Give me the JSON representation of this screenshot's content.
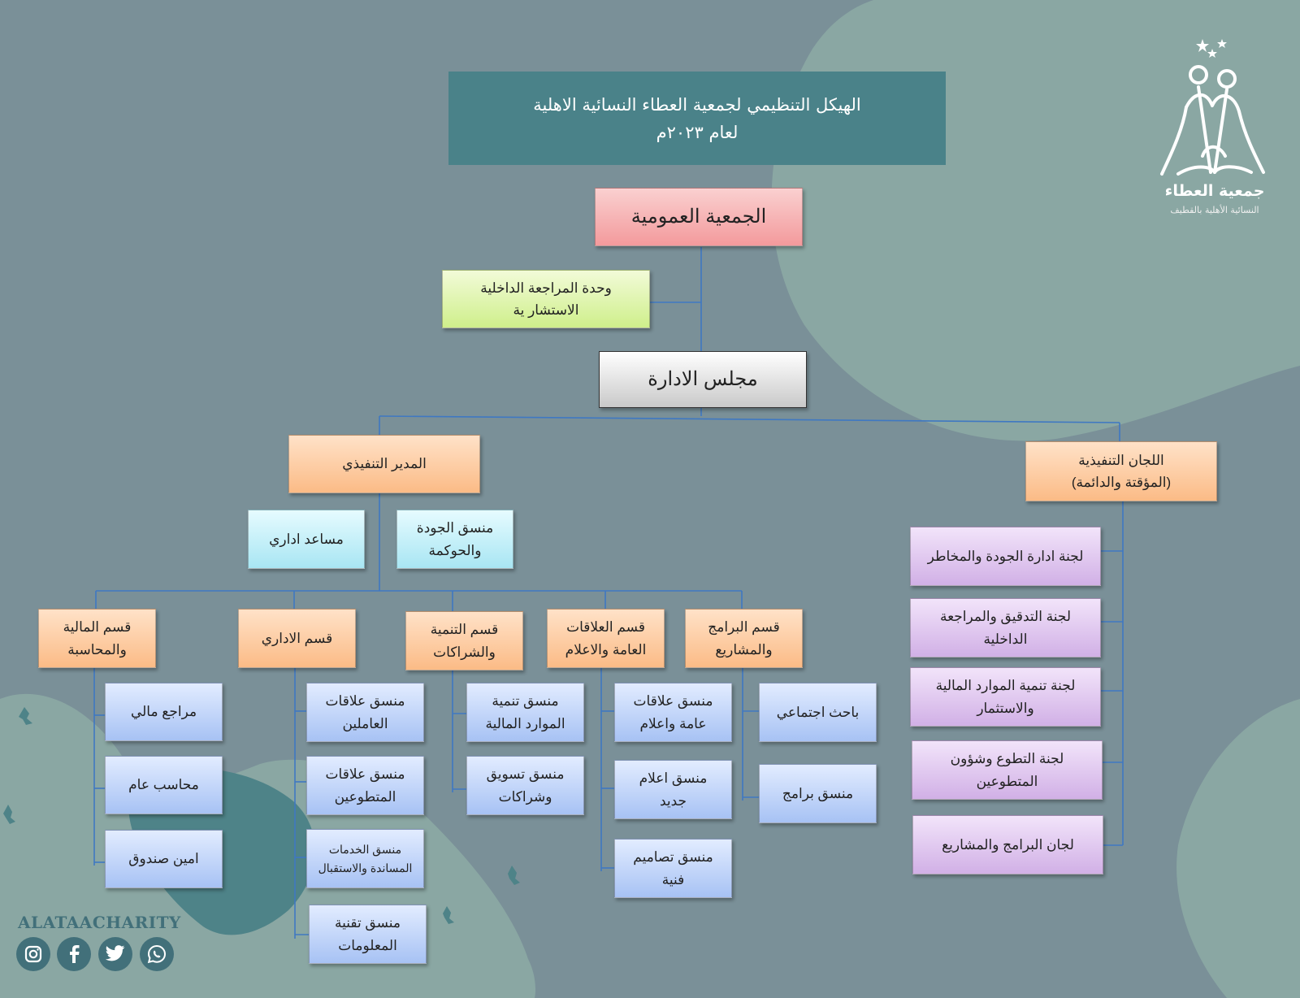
{
  "title": {
    "line1": "الهيكل التنظيمي لجمعية العطاء النسائية الاهلية",
    "line2": "لعام ٢٠٢٣م"
  },
  "logo": {
    "name": "جمعية العطاء",
    "subtitle": "النسائية الأهلية بالقطيف",
    "icon": "women-charity-logo-icon"
  },
  "footer": {
    "brand": "ALATAACHARITY",
    "social_icons": [
      "instagram-icon",
      "facebook-icon",
      "twitter-icon",
      "whatsapp-icon"
    ]
  },
  "org": {
    "general_assembly": "الجمعية العمومية",
    "internal_audit": "وحدة المراجعة الداخلية\nالاستشار ية",
    "board": "مجلس الادارة",
    "executive_director": "المدير التنفيذي",
    "quality_coordinator": "منسق الجودة\nوالحوكمة",
    "admin_assistant": "مساعد اداري",
    "committees_head": "اللجان التنفيذية\n(المؤقتة والدائمة)",
    "departments": {
      "finance": "قسم المالية\nوالمحاسبة",
      "admin": "قسم الاداري",
      "development": "قسم التنمية\nوالشراكات",
      "relations": "قسم العلاقات\nالعامة والاعلام",
      "programs": "قسم البرامج\nوالمشاريع"
    },
    "finance_staff": [
      "مراجع مالي",
      "محاسب عام",
      "امين صندوق"
    ],
    "admin_staff": [
      "منسق علاقات\nالعاملين",
      "منسق علاقات\nالمتطوعين",
      "منسق الخدمات\nالمساندة والاستقبال",
      "منسق تقنية\nالمعلومات"
    ],
    "development_staff": [
      "منسق تنمية\nالموارد المالية",
      "منسق تسويق\nوشراكات"
    ],
    "relations_staff": [
      "منسق علاقات\nعامة واعلام",
      "منسق اعلام\nجديد",
      "منسق تصاميم\nفنية"
    ],
    "programs_staff": [
      "باحث اجتماعي",
      "منسق برامج"
    ],
    "committees": [
      "لجنة ادارة الجودة والمخاطر",
      "لجنة التدقيق والمراجعة\nالداخلية",
      "لجنة تنمية الموارد المالية\nوالاستثمار",
      "لجنة التطوع وشؤون\nالمتطوعين",
      "لجان البرامج والمشاريع"
    ]
  },
  "colors": {
    "background": "#7A9098",
    "banner": "#4A8289",
    "connector": "#3F78C2",
    "accent_dark": "#42707A"
  }
}
